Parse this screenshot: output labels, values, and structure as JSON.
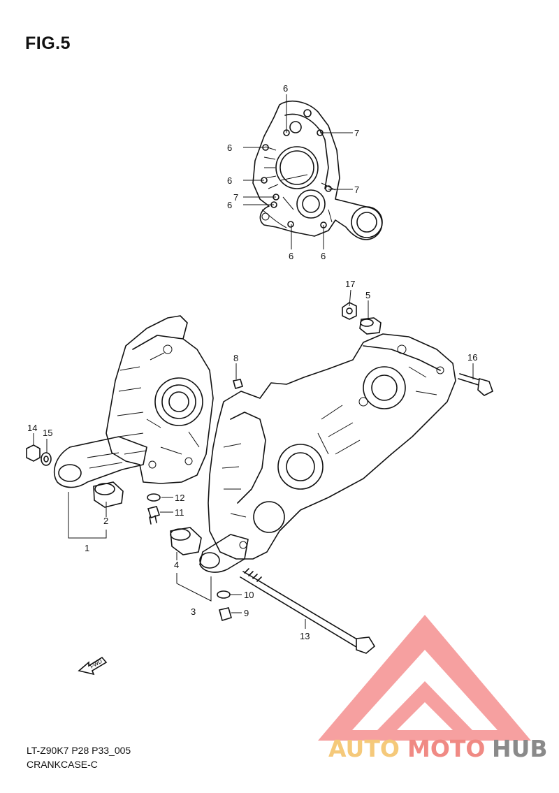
{
  "figure": {
    "title": "FIG.5"
  },
  "footer": {
    "code": "LT-Z90K7 P28 P33_005",
    "name": "CRANKCASE-C"
  },
  "fwd_arrow": {
    "label": "FWD"
  },
  "callouts": {
    "c6a": "6",
    "c6b": "6",
    "c6c": "6",
    "c6d": "6",
    "c6e": "6",
    "c6f": "6",
    "c7a": "7",
    "c7b": "7",
    "c7c": "7",
    "c17": "17",
    "c5": "5",
    "c16": "16",
    "c8": "8",
    "c14": "14",
    "c15": "15",
    "c12": "12",
    "c11": "11",
    "c2": "2",
    "c1": "1",
    "c4": "4",
    "c3": "3",
    "c10": "10",
    "c9": "9",
    "c13": "13"
  },
  "watermark": {
    "auto": "AUTO",
    "moto": "MOTO",
    "hub": "HUB",
    "colors": {
      "auto": "#f5c97a",
      "moto": "#f08a84",
      "hub": "#8a8a8a",
      "triangle": "#f26b6b"
    }
  }
}
